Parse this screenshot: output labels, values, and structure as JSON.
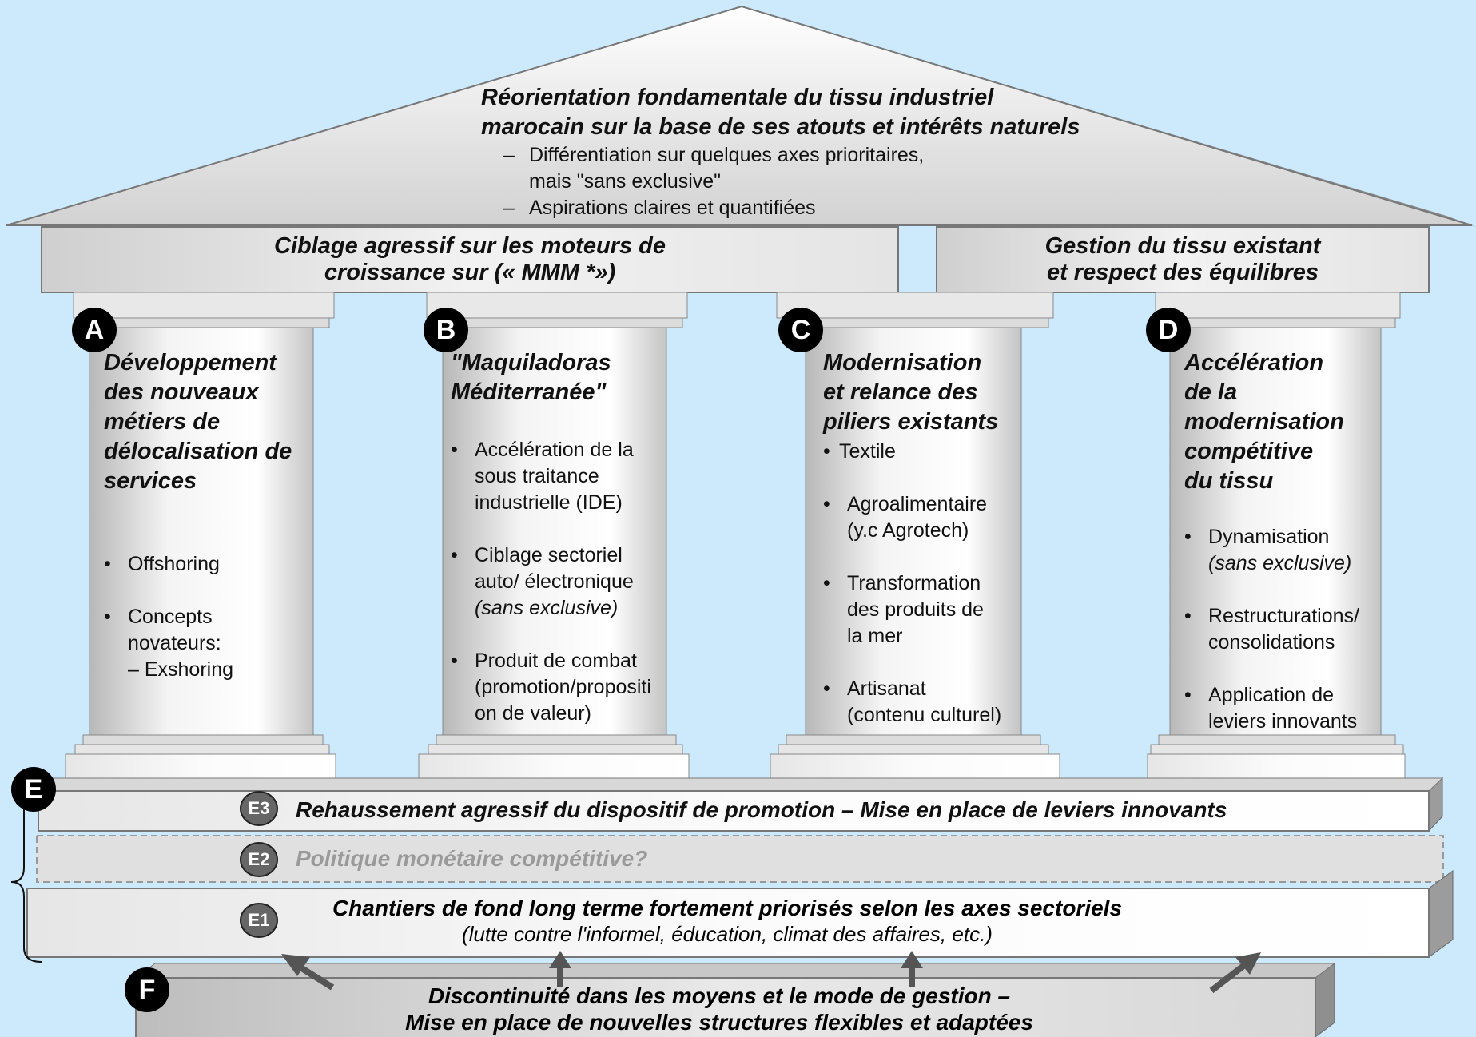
{
  "roof": {
    "title_line1": "Réorientation fondamentale du tissu industriel",
    "title_line2": "marocain sur la base de ses atouts et intérêts naturels",
    "bullet1_line1": "Différentiation sur quelques axes prioritaires,",
    "bullet1_line2": "mais \"sans exclusive\"",
    "bullet2": "Aspirations claires et quantifiées",
    "dash": "–"
  },
  "band_left": {
    "line1": "Ciblage agressif sur les moteurs de",
    "line2": "croissance sur (« MMM *»)"
  },
  "band_right": {
    "line1": "Gestion du tissu existant",
    "line2": "et respect des équilibres"
  },
  "pillars": [
    {
      "badge": "A",
      "title": [
        "Développement",
        "des nouveaux",
        "métiers de",
        "délocalisation de",
        "services"
      ],
      "bullets": [
        {
          "lines": [
            "Offshoring"
          ]
        },
        {
          "lines": [
            "Concepts",
            "novateurs:"
          ],
          "sub": "–  Exshoring"
        }
      ]
    },
    {
      "badge": "B",
      "title": [
        "\"Maquiladoras",
        "Méditerranée\""
      ],
      "bullets": [
        {
          "lines": [
            "Accélération de la",
            "sous traitance",
            "industrielle (IDE)"
          ]
        },
        {
          "lines": [
            "Ciblage sectoriel",
            "auto/ électronique"
          ],
          "italic": "(sans exclusive)"
        },
        {
          "lines": [
            "Produit de combat",
            "(promotion/propositi",
            "on de valeur)"
          ]
        }
      ]
    },
    {
      "badge": "C",
      "title": [
        "Modernisation",
        "et relance des",
        "piliers existants"
      ],
      "bullets": [
        {
          "lines": [
            "Textile"
          ]
        },
        {
          "lines": [
            "Agroalimentaire",
            "(y.c Agrotech)"
          ]
        },
        {
          "lines": [
            "Transformation",
            "des produits de",
            "la mer"
          ]
        },
        {
          "lines": [
            "Artisanat",
            "(contenu culturel)"
          ]
        }
      ]
    },
    {
      "badge": "D",
      "title": [
        "Accélération",
        "de la",
        "modernisation",
        "compétitive",
        "du tissu"
      ],
      "bullets": [
        {
          "lines": [
            "Dynamisation"
          ],
          "italic": "(sans exclusive)"
        },
        {
          "lines": [
            "Restructurations/",
            "consolidations"
          ]
        },
        {
          "lines": [
            "Application de",
            "leviers innovants"
          ]
        }
      ]
    }
  ],
  "foundation": {
    "badge": "E",
    "e3": {
      "badge": "E3",
      "text": "Rehaussement agressif du dispositif de promotion   –   Mise en place de leviers innovants"
    },
    "e2": {
      "badge": "E2",
      "text": "Politique monétaire compétitive?"
    },
    "e1": {
      "badge": "E1",
      "line1": "Chantiers de fond long terme fortement priorisés selon les axes sectoriels",
      "line2": "(lutte contre l'informel, éducation, climat des affaires, etc.)"
    }
  },
  "base": {
    "badge": "F",
    "line1": "Discontinuité dans les moyens et le mode de gestion –",
    "line2": "Mise en place de nouvelles structures flexibles et adaptées"
  },
  "bullet_glyph": "•",
  "colors": {
    "background": "#cdeafc",
    "badge": "#000000",
    "e2_text": "#9a9a9a"
  }
}
